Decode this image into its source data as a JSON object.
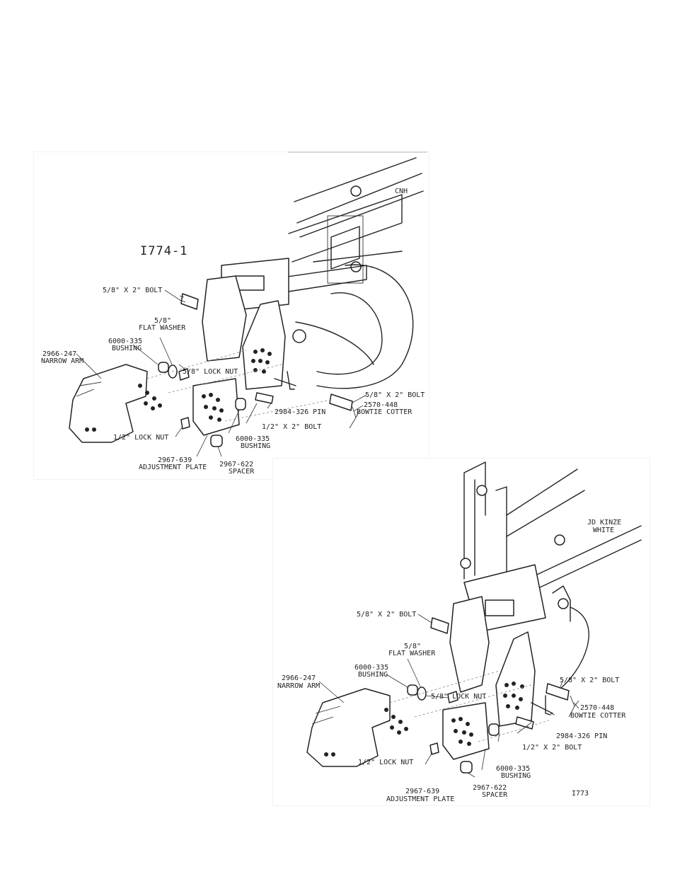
{
  "top_diagram": {
    "figure_id": "I774-1",
    "machine": "CNH",
    "labels": {
      "bolt_58": "5/8\" X 2\" BOLT",
      "washer_l1": "5/8\"",
      "washer_l2": "FLAT WASHER",
      "bushing_l1": "6000-335",
      "bushing_l2": "BUSHING",
      "lock_nut_58": "5/8\" LOCK NUT",
      "arm_l1": "2966-247",
      "arm_l2": "NARROW ARM",
      "bolt_58_right": "5/8\" X 2\" BOLT",
      "cotter_l1": "2570-448",
      "cotter_l2": "BOWTIE COTTER",
      "pin": "2984-326 PIN",
      "bolt_12": "1/2\" X 2\" BOLT",
      "lock_nut_12": "1/2\" LOCK NUT",
      "bushing2_l1": "6000-335",
      "bushing2_l2": "BUSHING",
      "plate_l1": "2967-639",
      "plate_l2": "ADJUSTMENT PLATE",
      "spacer_l1": "2967-622",
      "spacer_l2": "SPACER"
    }
  },
  "bottom_diagram": {
    "figure_id": "I773",
    "machine_l1": "JD KINZE",
    "machine_l2": "WHITE",
    "labels": {
      "bolt_58": "5/8\" X 2\" BOLT",
      "washer_l1": "5/8\"",
      "washer_l2": "FLAT WASHER",
      "bushing_l1": "6000-335",
      "bushing_l2": "BUSHING",
      "lock_nut_58": "5/8\" LOCK NUT",
      "arm_l1": "2966-247",
      "arm_l2": "NARROW ARM",
      "bolt_58_right": "5/8\" X 2\" BOLT",
      "cotter_l1": "2570-448",
      "cotter_l2": "BOWTIE COTTER",
      "pin": "2984-326 PIN",
      "bolt_12": "1/2\" X 2\" BOLT",
      "lock_nut_12": "1/2\" LOCK NUT",
      "bushing2_l1": "6000-335",
      "bushing2_l2": "BUSHING",
      "plate_l1": "2967-639",
      "plate_l2": "ADJUSTMENT PLATE",
      "spacer_l1": "2967-622",
      "spacer_l2": "SPACER"
    }
  }
}
